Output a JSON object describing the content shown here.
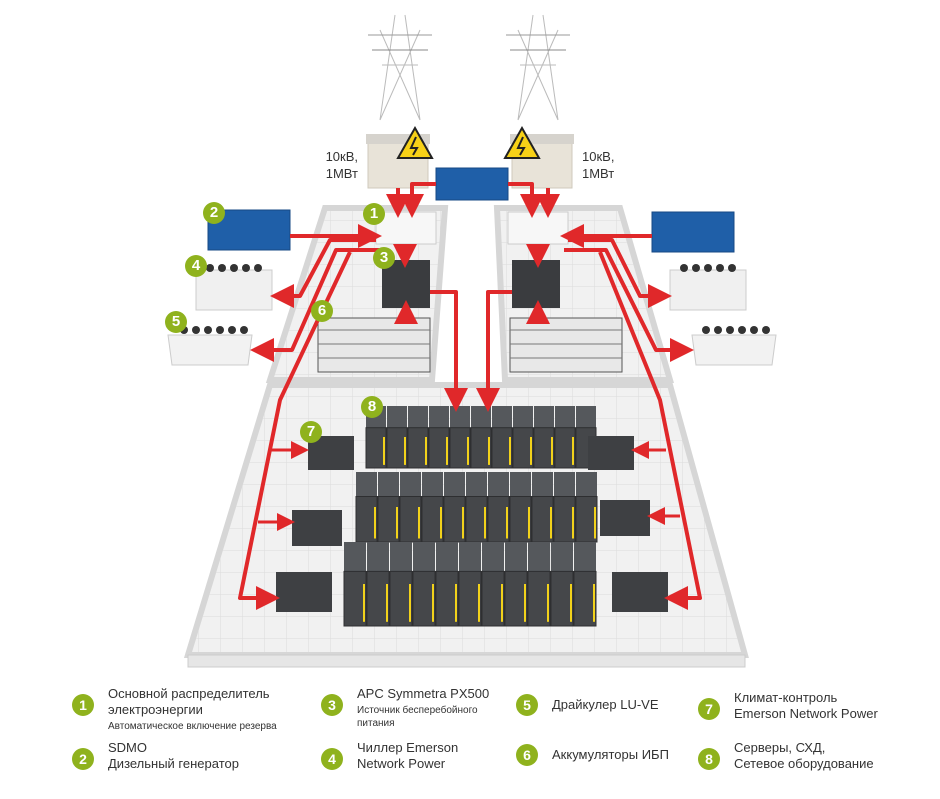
{
  "colors": {
    "accent_green": "#8fb21d",
    "power_line_red": "#e0282a",
    "floor": "#efefef",
    "wall": "#e4e4e4",
    "generator_blue": "#1f5fa8",
    "rack_dark": "#45474a",
    "rack_stripe_yellow": "#f2d21b",
    "warning_yellow": "#f7d117"
  },
  "diagram": {
    "substations": [
      {
        "label_line1": "10кВ,",
        "label_line2": "1МВт",
        "icon": "high-voltage-warning-icon"
      },
      {
        "label_line1": "10кВ,",
        "label_line2": "1МВт",
        "icon": "high-voltage-warning-icon"
      }
    ],
    "badges": [
      "1",
      "2",
      "3",
      "4",
      "5",
      "6",
      "7",
      "8"
    ]
  },
  "legend": [
    {
      "num": "1",
      "main": "Основной распределитель электроэнергии",
      "sub": "Автоматическое включение резерва"
    },
    {
      "num": "2",
      "main": "SDMO",
      "main2": "Дизельный генератор"
    },
    {
      "num": "3",
      "main": "APC Symmetra PX500",
      "sub": "Источник бесперебойного питания"
    },
    {
      "num": "4",
      "main": "Чиллер Emerson",
      "main2": "Network Power"
    },
    {
      "num": "5",
      "main": "Драйкулер LU-VE"
    },
    {
      "num": "6",
      "main": "Аккумуляторы ИБП"
    },
    {
      "num": "7",
      "main": "Климат-контроль",
      "main2": "Emerson Network Power"
    },
    {
      "num": "8",
      "main": "Серверы, СХД,",
      "main2": "Сетевое оборудование"
    }
  ]
}
